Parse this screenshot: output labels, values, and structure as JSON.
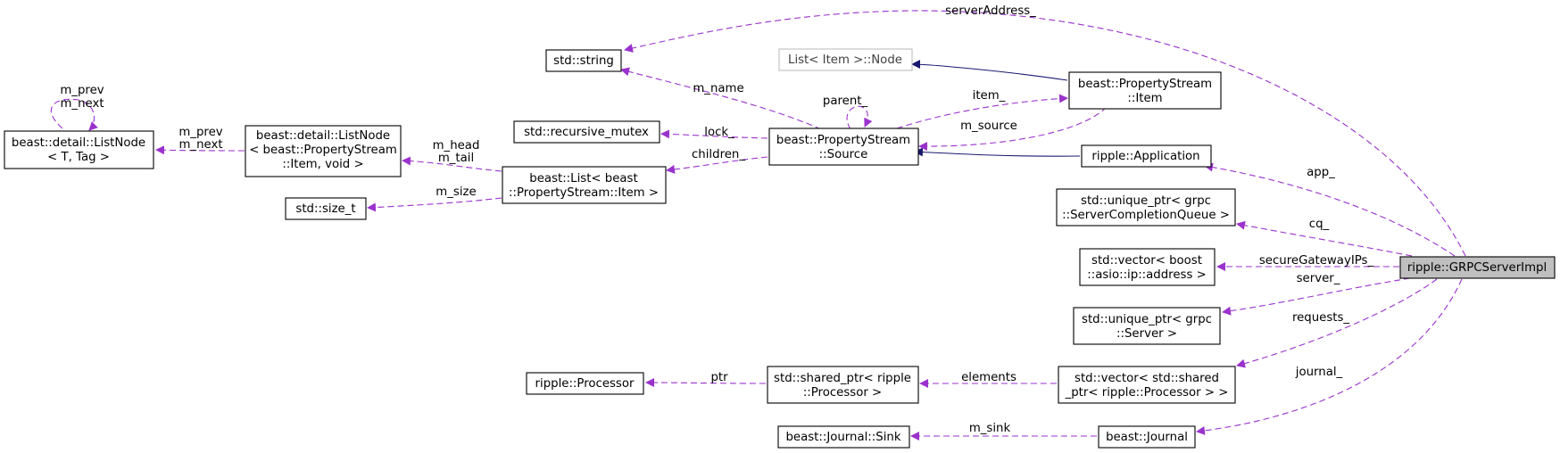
{
  "nodes": {
    "std_string": {
      "label": [
        "std::string"
      ]
    },
    "list_item_node": {
      "label": [
        "List< Item >::Node"
      ]
    },
    "ps_item": {
      "label": [
        "beast::PropertyStream",
        "::Item"
      ]
    },
    "listnode_tag": {
      "label": [
        "beast::detail::ListNode",
        "< T, Tag >"
      ]
    },
    "listnode_item": {
      "label": [
        "beast::detail::ListNode",
        "< beast::PropertyStream",
        "::Item, void >"
      ]
    },
    "recursive_mutex": {
      "label": [
        "std::recursive_mutex"
      ]
    },
    "ps_source": {
      "label": [
        "beast::PropertyStream",
        "::Source"
      ]
    },
    "ripple_app": {
      "label": [
        "ripple::Application"
      ]
    },
    "beast_list": {
      "label": [
        "beast::List< beast",
        "::PropertyStream::Item >"
      ]
    },
    "size_t": {
      "label": [
        "std::size_t"
      ]
    },
    "uptr_cq": {
      "label": [
        "std::unique_ptr< grpc",
        "::ServerCompletionQueue >"
      ]
    },
    "vec_addr": {
      "label": [
        "std::vector< boost",
        "::asio::ip::address >"
      ]
    },
    "grpc_impl": {
      "label": [
        "ripple::GRPCServerImpl"
      ]
    },
    "uptr_server": {
      "label": [
        "std::unique_ptr< grpc",
        "::Server >"
      ]
    },
    "processor": {
      "label": [
        "ripple::Processor"
      ]
    },
    "sptr_proc": {
      "label": [
        "std::shared_ptr< ripple",
        "::Processor >"
      ]
    },
    "vec_sptr": {
      "label": [
        "std::vector< std::shared",
        "_ptr< ripple::Processor > >"
      ]
    },
    "journal_sink": {
      "label": [
        "beast::Journal::Sink"
      ]
    },
    "journal": {
      "label": [
        "beast::Journal"
      ]
    }
  },
  "edge_labels": {
    "serverAddress": "serverAddress_",
    "m_name": "m_name",
    "parent": "parent_",
    "item": "item_",
    "m_source": "m_source",
    "lock": "lock_",
    "children": "children_",
    "listnode_self": [
      "m_prev",
      "m_next"
    ],
    "listnode_prev_next": [
      "m_prev",
      "m_next"
    ],
    "head_tail": [
      "m_head",
      "m_tail"
    ],
    "m_size": "m_size",
    "app": "app_",
    "cq": "cq_",
    "secureGatewayIPs": "secureGatewayIPs_",
    "server": "server_",
    "requests": "requests_",
    "journal": "journal_",
    "ptr": "ptr",
    "elements": "elements",
    "m_sink": "m_sink"
  },
  "colors": {
    "usage_edge": "#9a32cd",
    "inheritance_edge": "#191970",
    "focus_fill": "#bfbfbf",
    "undocumented_border": "#bfbfbf"
  }
}
